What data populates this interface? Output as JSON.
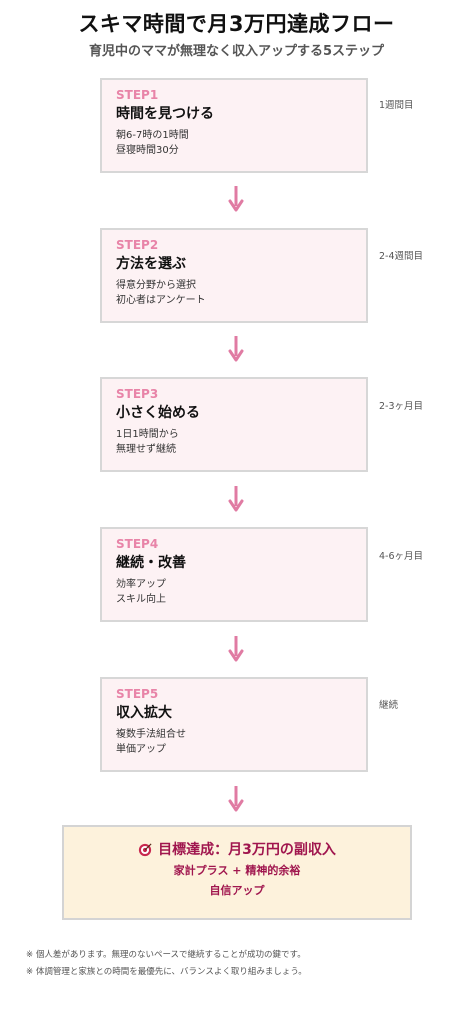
{
  "title": "スキマ時間で月3万円達成フロー",
  "subtitle": "育児中のママが無理なく収入アップする5ステップ",
  "steps": [
    {
      "label": "STEP1",
      "title": "時間を見つける",
      "details": [
        "朝6-7時の1時間",
        "昼寝時間30分"
      ],
      "duration": "1週間目"
    },
    {
      "label": "STEP2",
      "title": "方法を選ぶ",
      "details": [
        "得意分野から選択",
        "初心者はアンケート"
      ],
      "duration": "2-4週間目"
    },
    {
      "label": "STEP3",
      "title": "小さく始める",
      "details": [
        "1日1時間から",
        "無理せず継続"
      ],
      "duration": "2-3ヶ月目"
    },
    {
      "label": "STEP4",
      "title": "継続・改善",
      "details": [
        "効率アップ",
        "スキル向上"
      ],
      "duration": "4-6ヶ月目"
    },
    {
      "label": "STEP5",
      "title": "収入拡大",
      "details": [
        "複数手法組合せ",
        "単価アップ"
      ],
      "duration": "継続"
    }
  ],
  "goal": {
    "icon": "target-icon",
    "main": "目標達成：月3万円の副収入",
    "line2": "家計プラス + 精神的余裕",
    "line3": "自信アップ"
  },
  "footnotes": [
    "※ 個人差があります。無理のないペースで継続することが成功の鍵です。",
    "※ 体調管理と家族との時間を最優先に、バランスよく取り組みましょう。"
  ],
  "colors": {
    "step_label": "#e884a8",
    "arrow": "#e07ba3",
    "goal_text": "#a0164e",
    "step_bg": "#fdf2f4",
    "goal_bg": "#fdf2dc"
  }
}
